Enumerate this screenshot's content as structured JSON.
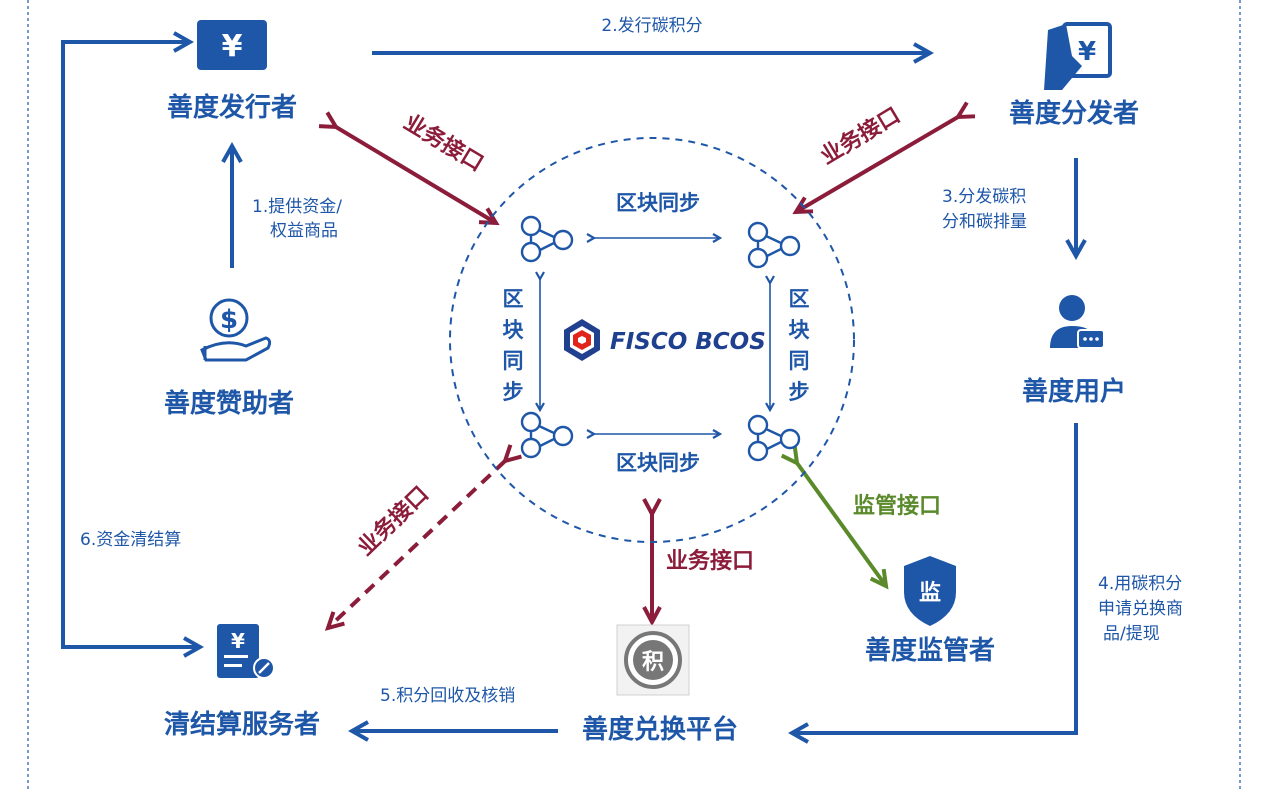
{
  "roles": {
    "issuer": "善度发行者",
    "distributor": "善度分发者",
    "sponsor": "善度赞助者",
    "user": "善度用户",
    "clearing": "清结算服务者",
    "exchange": "善度兑换平台",
    "regulator": "善度监管者"
  },
  "steps": {
    "s1_line1": "1.提供资金/",
    "s1_line2": "权益商品",
    "s2": "2.发行碳积分",
    "s3_line1": "3.分发碳积",
    "s3_line2": "分和碳排量",
    "s4_line1": "4.用碳积分",
    "s4_line2": "申请兑换商",
    "s4_line3": "品/提现",
    "s5": "5.积分回收及核销",
    "s6": "6.资金清结算"
  },
  "interfaces": {
    "business": "业务接口",
    "supervision": "监管接口"
  },
  "sync": {
    "horizontal": "区块同步",
    "vertical": [
      "区",
      "块",
      "同",
      "步"
    ]
  },
  "brand": "FISCO BCOS",
  "icon_glyphs": {
    "yuan": "¥",
    "regulator": "监",
    "points": "积",
    "dollar": "$"
  },
  "colors": {
    "blue": "#1f57a8",
    "business_red": "#8c1d3a",
    "supervision_green": "#5a8a2a"
  }
}
